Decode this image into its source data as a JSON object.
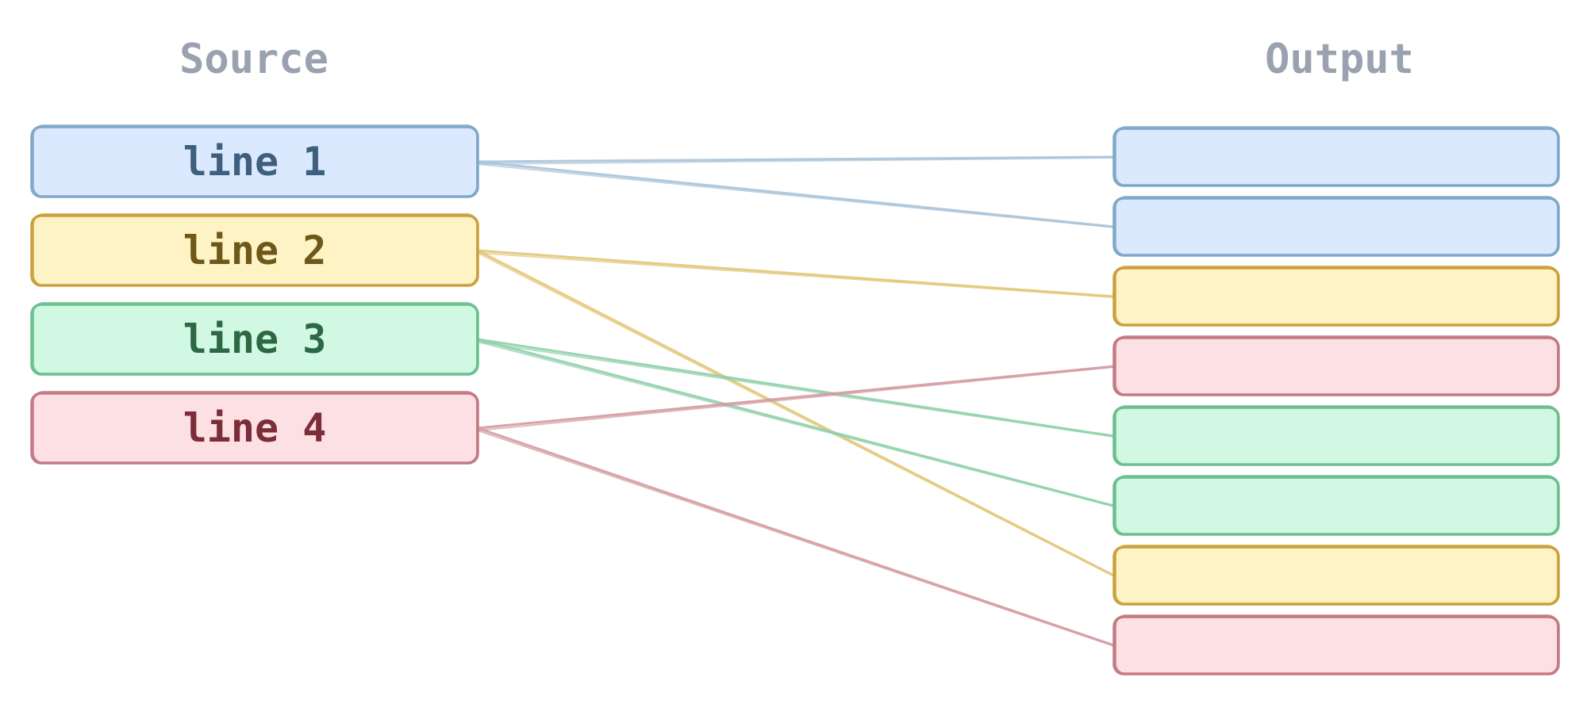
{
  "titles": {
    "source": "Source",
    "output": "Output"
  },
  "palette": {
    "blue": {
      "fill": "#dbe9fe",
      "stroke": "#7fa8c8",
      "text": "#3e5f7d",
      "link": "#a9c3d8"
    },
    "yellow": {
      "fill": "#fdf3c5",
      "stroke": "#c9a13c",
      "text": "#6e5719",
      "link": "#e2c678"
    },
    "green": {
      "fill": "#d0f8e2",
      "stroke": "#6cbf8d",
      "text": "#2d6844",
      "link": "#8fd0a9"
    },
    "red": {
      "fill": "#fde0e3",
      "stroke": "#c27a82",
      "text": "#7b2e38",
      "link": "#d39aa0"
    }
  },
  "source_lines": [
    {
      "label": "line 1",
      "color": "blue"
    },
    {
      "label": "line 2",
      "color": "yellow"
    },
    {
      "label": "line 3",
      "color": "green"
    },
    {
      "label": "line 4",
      "color": "red"
    }
  ],
  "output_slots": [
    {
      "color": "blue"
    },
    {
      "color": "blue"
    },
    {
      "color": "yellow"
    },
    {
      "color": "red"
    },
    {
      "color": "green"
    },
    {
      "color": "green"
    },
    {
      "color": "yellow"
    },
    {
      "color": "red"
    }
  ],
  "links": [
    {
      "from": 0,
      "to": 0
    },
    {
      "from": 0,
      "to": 1
    },
    {
      "from": 1,
      "to": 2
    },
    {
      "from": 1,
      "to": 6
    },
    {
      "from": 2,
      "to": 4
    },
    {
      "from": 2,
      "to": 5
    },
    {
      "from": 3,
      "to": 3
    },
    {
      "from": 3,
      "to": 7
    }
  ]
}
